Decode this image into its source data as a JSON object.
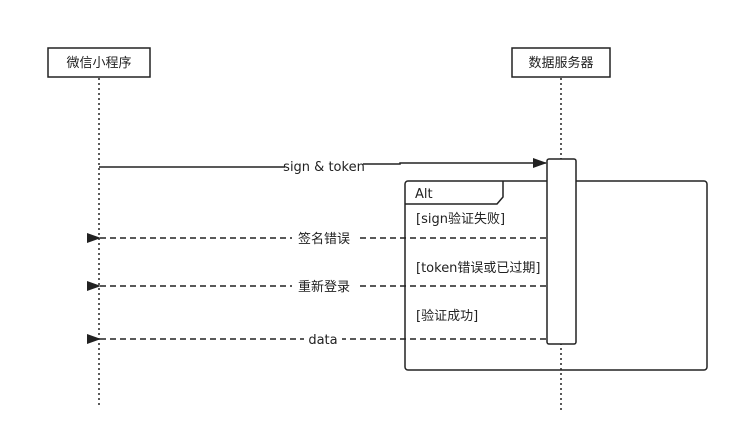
{
  "participants": {
    "client": "微信小程序",
    "server": "数据服务器"
  },
  "messages": {
    "request": "sign & token",
    "sign_failed_reply": "签名错误",
    "relogin_reply": "重新登录",
    "success_reply": "data"
  },
  "alt_fragment": {
    "operator": "Alt",
    "guard_sign_failed": "[sign验证失败]",
    "guard_token_invalid": "[token错误或已过期]",
    "guard_success": "[验证成功]"
  },
  "colors": {
    "line": "#222222",
    "background": "#ffffff"
  }
}
